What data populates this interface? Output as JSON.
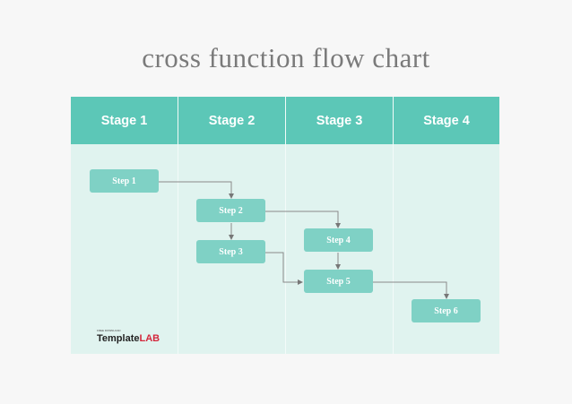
{
  "title": "cross function flow chart",
  "stages": [
    "Stage 1",
    "Stage 2",
    "Stage 3",
    "Stage 4"
  ],
  "steps": [
    {
      "label": "Step 1",
      "stage": 1
    },
    {
      "label": "Step 2",
      "stage": 2
    },
    {
      "label": "Step 3",
      "stage": 2
    },
    {
      "label": "Step 4",
      "stage": 3
    },
    {
      "label": "Step 5",
      "stage": 3
    },
    {
      "label": "Step 6",
      "stage": 4
    }
  ],
  "connections": [
    {
      "from": "Step 1",
      "to": "Step 2"
    },
    {
      "from": "Step 2",
      "to": "Step 3"
    },
    {
      "from": "Step 2",
      "to": "Step 4"
    },
    {
      "from": "Step 3",
      "to": "Step 5"
    },
    {
      "from": "Step 4",
      "to": "Step 5"
    },
    {
      "from": "Step 5",
      "to": "Step 6"
    }
  ],
  "colors": {
    "header": "#5cc7b7",
    "lane": "#e0f3ef",
    "step": "#7fd1c5",
    "title": "#7a7a7a",
    "brand_accent": "#d4273c"
  },
  "logo": {
    "small_text": "FREE DOWNLOAD",
    "part1": "Template",
    "part2": "LAB"
  }
}
